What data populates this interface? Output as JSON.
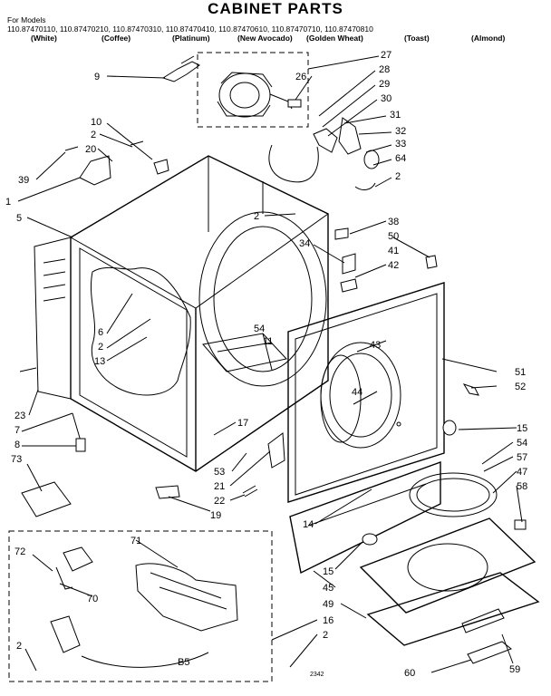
{
  "title": "CABINET PARTS",
  "models": {
    "prefix": "For Models",
    "numbers": "110.87470110, 110.87470210, 110.87470310, 110.87470410, 110.87470610, 110.87470710, 110.87470810",
    "colors": [
      "(White)",
      "(Coffee)",
      "(Platinum)",
      "(New Avocado)",
      "(Golden Wheat)",
      "(Toast)",
      "(Almond)"
    ]
  },
  "callouts": [
    "9",
    "27",
    "26",
    "28",
    "29",
    "30",
    "31",
    "32",
    "33",
    "64",
    "2",
    "10",
    "2",
    "20",
    "39",
    "1",
    "5",
    "2",
    "38",
    "34",
    "50",
    "41",
    "42",
    "6",
    "2",
    "13",
    "54",
    "11",
    "43",
    "44",
    "51",
    "52",
    "23",
    "7",
    "17",
    "8",
    "73",
    "15",
    "54",
    "57",
    "47",
    "58",
    "53",
    "21",
    "22",
    "19",
    "14",
    "15",
    "45",
    "49",
    "16",
    "2",
    "72",
    "71",
    "70",
    "2",
    "59",
    "60"
  ],
  "inset_label": "B5",
  "footer_code": "2342"
}
